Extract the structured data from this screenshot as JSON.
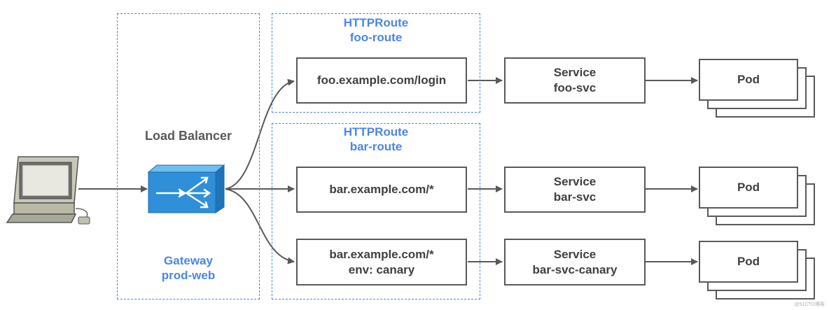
{
  "client": {
    "icon": "computer-icon"
  },
  "gateway": {
    "heading": "Load Balancer",
    "icon": "load-balancer-icon",
    "label_line1": "Gateway",
    "label_line2": "prod-web"
  },
  "routes": [
    {
      "kind": "HTTPRoute",
      "name": "foo-route"
    },
    {
      "kind": "HTTPRoute",
      "name": "bar-route"
    }
  ],
  "rules": [
    {
      "line1": "foo.example.com/login",
      "line2": ""
    },
    {
      "line1": "bar.example.com/*",
      "line2": ""
    },
    {
      "line1": "bar.example.com/*",
      "line2": "env: canary"
    }
  ],
  "services": [
    {
      "kind": "Service",
      "name": "foo-svc"
    },
    {
      "kind": "Service",
      "name": "bar-svc"
    },
    {
      "kind": "Service",
      "name": "bar-svc-canary"
    }
  ],
  "pods": [
    {
      "label": "Pod"
    },
    {
      "label": "Pod"
    },
    {
      "label": "Pod"
    }
  ],
  "colors": {
    "accent": "#4a86e8",
    "line": "#595959",
    "lb_fill": "#2f8fd8"
  },
  "watermark": "@51CTO博客"
}
